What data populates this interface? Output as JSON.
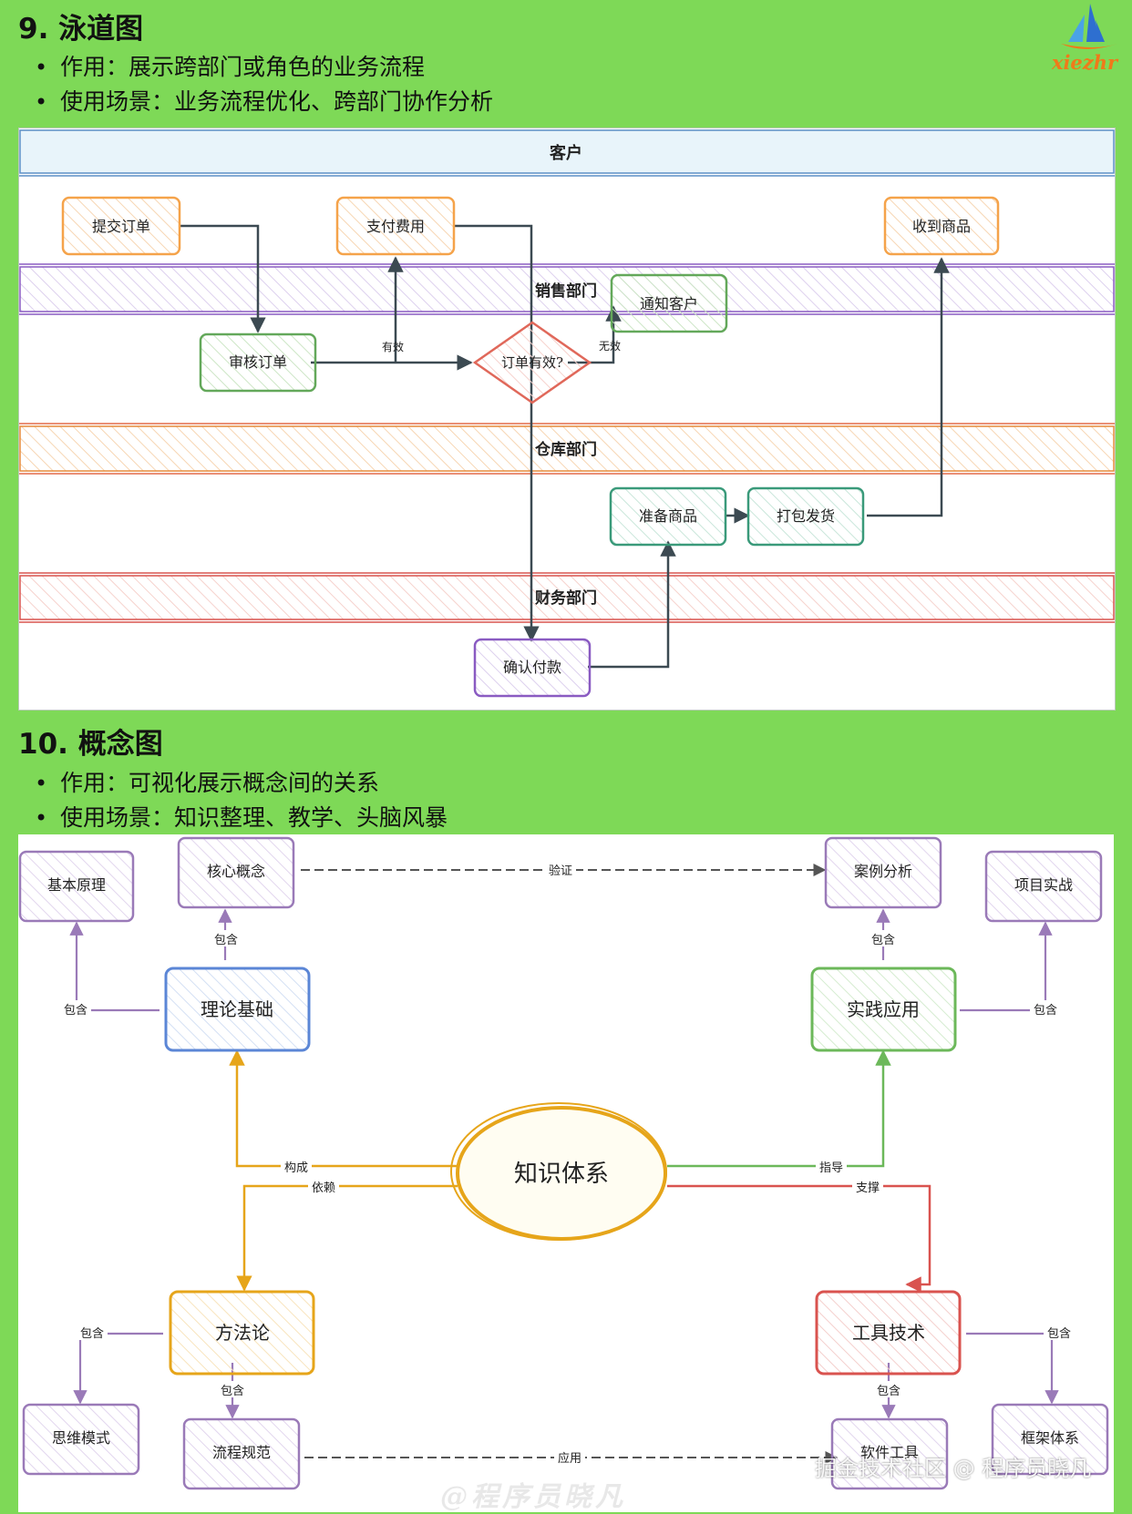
{
  "logo": {
    "text": "xiezhr",
    "icon": "sailboat-icon"
  },
  "section9": {
    "title": "9. 泳道图",
    "bullets": [
      "作用：展示跨部门或角色的业务流程",
      "使用场景：业务流程优化、跨部门协作分析"
    ]
  },
  "section10": {
    "title": "10. 概念图",
    "bullets": [
      "作用：可视化展示概念间的关系",
      "使用场景：知识整理、教学、头脑风暴"
    ]
  },
  "swimlane": {
    "lanes": [
      "客户",
      "销售部门",
      "仓库部门",
      "财务部门"
    ],
    "nodes": {
      "submit": "提交订单",
      "pay": "支付费用",
      "receive": "收到商品",
      "review": "审核订单",
      "valid_q": "订单有效?",
      "notify": "通知客户",
      "prepare": "准备商品",
      "pack": "打包发货",
      "confirm": "确认付款"
    },
    "edge_labels": {
      "valid": "有效",
      "invalid": "无效"
    },
    "colors": {
      "orange": "#f5a34a",
      "green": "#63a85a",
      "red": "#e0685a",
      "teal": "#3a9a7a",
      "purple": "#8a5bc2"
    }
  },
  "concept_map": {
    "center": "知识体系",
    "theory": "理论基础",
    "practice": "实践应用",
    "method": "方法论",
    "tools": "工具技术",
    "core": "核心概念",
    "basic": "基本原理",
    "case": "案例分析",
    "project": "项目实战",
    "thinking": "思维模式",
    "process": "流程规范",
    "software": "软件工具",
    "framework": "框架体系",
    "labels": {
      "verify": "验证",
      "apply": "应用",
      "include": "包含",
      "compose": "构成",
      "depend": "依赖",
      "guide": "指导",
      "support": "支撑"
    },
    "colors": {
      "blue": "#5b86d6",
      "green": "#6cb85a",
      "yellow": "#f0a830",
      "red": "#d9534f",
      "purple": "#9a7ab8",
      "center": "#e6a51a"
    }
  },
  "watermarks": {
    "juejin": "掘金技术社区 @ 程序员晓凡",
    "author": "@程序员晓凡"
  }
}
